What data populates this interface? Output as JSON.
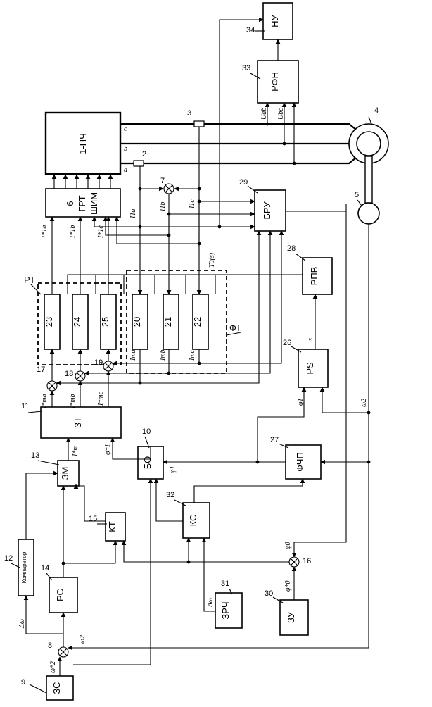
{
  "blocks": {
    "pch": {
      "num": "",
      "label": "1-ПЧ"
    },
    "grt": {
      "num": "6",
      "line1": "ГРТ",
      "line2": "ШИМ"
    },
    "zt": {
      "num": "11",
      "label": "ЗТ"
    },
    "zm": {
      "num": "13",
      "label": "ЗМ"
    },
    "comparator": {
      "num": "12",
      "label": "Компаратор"
    },
    "rs": {
      "num": "14",
      "label": "РС"
    },
    "kt": {
      "num": "15",
      "label": "КТ"
    },
    "zs": {
      "num": "9",
      "label": "ЗС"
    },
    "bo": {
      "num": "10",
      "label": "БО"
    },
    "ks": {
      "num": "32",
      "label": "КС"
    },
    "zrch": {
      "num": "31",
      "label": "ЗРЧ"
    },
    "zu": {
      "num": "30",
      "label": "ЗУ"
    },
    "fchp": {
      "num": "27",
      "label": "ФЧП"
    },
    "ps": {
      "num": "26",
      "label": "PS"
    },
    "rpv": {
      "num": "28",
      "label": "РПВ"
    },
    "bru": {
      "num": "29",
      "label": "БРУ"
    },
    "rfn": {
      "num": "33",
      "label": "РФН"
    },
    "nu": {
      "num": "34",
      "label": "НУ"
    },
    "b23": {
      "label": "23"
    },
    "b24": {
      "label": "24"
    },
    "b25": {
      "label": "25"
    },
    "b20": {
      "label": "20"
    },
    "b21": {
      "label": "21"
    },
    "b22": {
      "label": "22"
    }
  },
  "groups": {
    "rt": "РТ",
    "ft": "ФТ"
  },
  "element_numbers": {
    "sensor_a": "2",
    "sensor_c": "3",
    "motor": "4",
    "shaft_sensor": "5",
    "sum7": "7",
    "sum8": "8",
    "sum16": "16",
    "sum17": "17",
    "sum18": "18",
    "sum19": "19"
  },
  "phases": {
    "a": "a",
    "b": "b",
    "c": "c"
  },
  "signals": {
    "i_ref_a": "I*1a",
    "i_ref_b": "I*1b",
    "i_ref_c": "I*1c",
    "i_a": "I1a",
    "i_b": "I1b",
    "i_c": "I1c",
    "t_s": "T0(s)",
    "i_ma": "Ima",
    "i_mb": "Imb",
    "i_mc": "Imc",
    "i_ref_ma": "I*ma",
    "i_ref_mb": "I*mb",
    "i_ref_mc": "I*mc",
    "i_ref_m": "I*m",
    "u_ab": "Uab",
    "u_bc": "Ubc",
    "s": "s",
    "phi1_ref": "φ*1",
    "phi1": "φ1",
    "phi1_ps": "φ1",
    "omega2_ps": "ω2",
    "phi0": "φ0",
    "phi0_ref": "φ*0",
    "delta_omega_zrch": "Δω",
    "delta_omega_rs": "Δω",
    "omega2": "ω2",
    "omega2_ref": "ω*2"
  }
}
